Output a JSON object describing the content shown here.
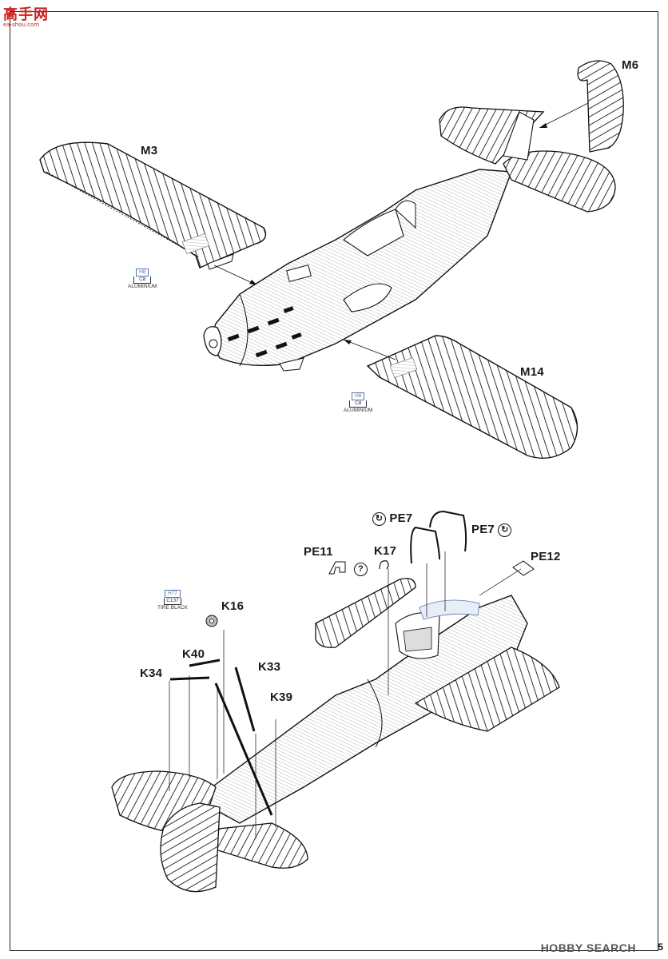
{
  "watermark_top": {
    "main": "高手网",
    "sub": "ea-shou.com"
  },
  "watermark_bottom": "HOBBY SEARCH",
  "page_number": "5",
  "parts": {
    "m3": "M3",
    "m6": "M6",
    "m14": "M14",
    "k16": "K16",
    "k17": "K17",
    "k33": "K33",
    "k34": "K34",
    "k39": "K39",
    "k40": "K40",
    "pe7_left": "PE7",
    "pe7_right": "PE7",
    "pe11": "PE11",
    "pe12": "PE12"
  },
  "callouts": {
    "aluminium_1": {
      "code1": "H8",
      "code2": "C8",
      "name": "ALUMINIUM"
    },
    "aluminium_2": {
      "code1": "H8",
      "code2": "C8",
      "name": "ALUMINIUM"
    },
    "tire": {
      "code1": "H77",
      "code2": "C137",
      "name": "TIRE BLACK"
    }
  },
  "icons": {
    "pe_bend": "bend-arrow-icon",
    "optional": "question-icon"
  },
  "symbols": {
    "bend": "↻",
    "optional": "?"
  }
}
